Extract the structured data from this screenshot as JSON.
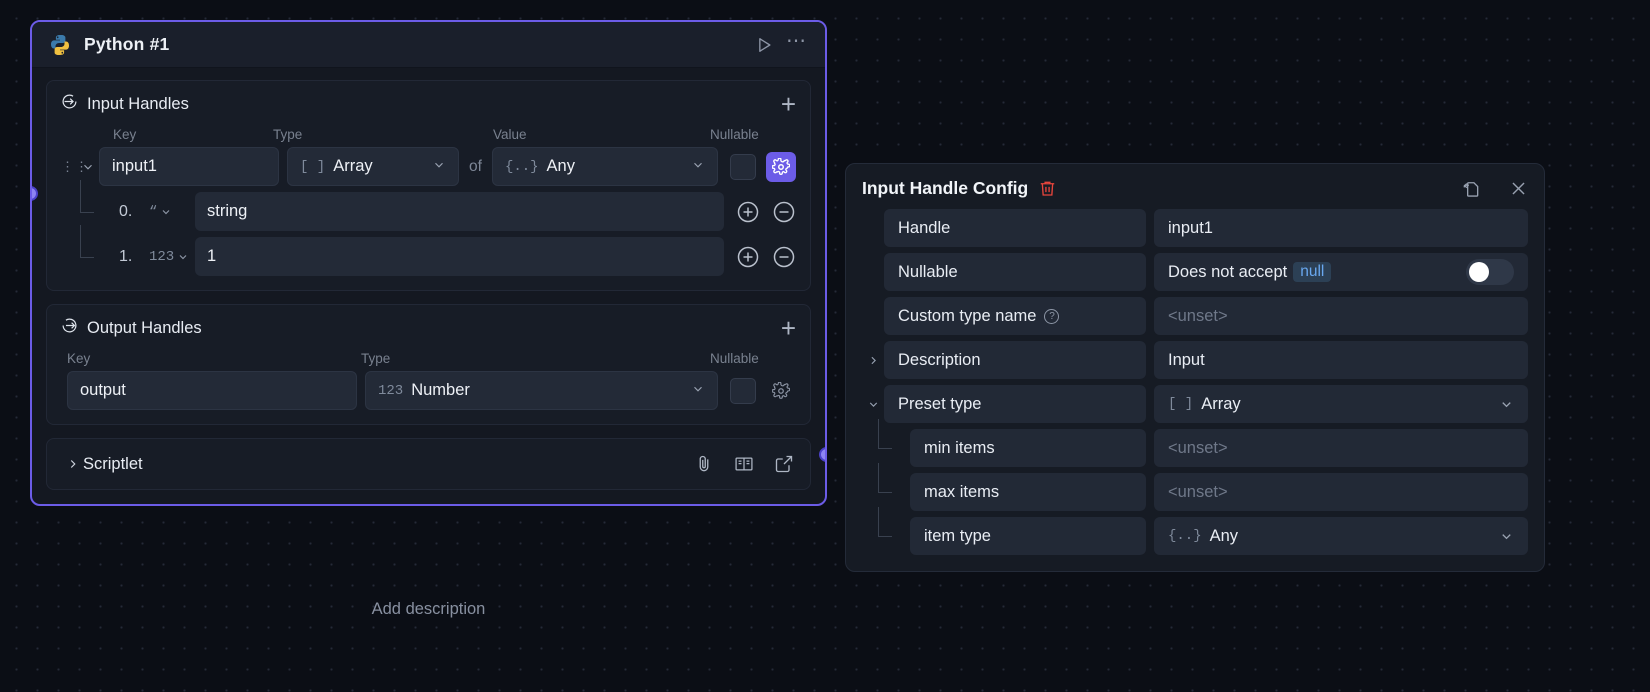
{
  "node": {
    "title": "Python #1",
    "logo": "python-logo",
    "run_icon": "play-icon",
    "more_icon": "more-dots-icon",
    "add_description": "Add description",
    "input_section": {
      "title": "Input Handles",
      "icon": "arrow-into-circle-icon",
      "add_label": "+",
      "columns": {
        "key": "Key",
        "type": "Type",
        "value": "Value",
        "nullable": "Nullable"
      },
      "handle": {
        "key": "input1",
        "type": "[ ] Array",
        "type_token": "[ ]",
        "type_name": "Array",
        "of_label": "of",
        "value_token": "{..}",
        "value_name": "Any",
        "nullable_checked": false,
        "gear_active": true
      },
      "items": [
        {
          "index": "0.",
          "type_token": "“",
          "value": "string"
        },
        {
          "index": "1.",
          "type_token": "123",
          "value": "1"
        }
      ]
    },
    "output_section": {
      "title": "Output Handles",
      "icon": "arrow-out-of-circle-icon",
      "add_label": "+",
      "columns": {
        "key": "Key",
        "type": "Type",
        "nullable": "Nullable"
      },
      "handle": {
        "key": "output",
        "type_token": "123",
        "type_name": "Number",
        "nullable_checked": false,
        "gear_active": false
      }
    },
    "scriptlet": {
      "label": "Scriptlet",
      "collapsed": true,
      "icons": [
        "paperclip-icon",
        "book-icon",
        "external-link-icon"
      ]
    }
  },
  "config": {
    "title": "Input Handle Config",
    "delete_icon": "trash-icon",
    "popout_icon": "open-in-new-icon",
    "close_icon": "close-icon",
    "rows": [
      {
        "label": "Handle",
        "value": "input1",
        "kind": "text"
      },
      {
        "label": "Nullable",
        "value": "Does not accept",
        "badge": "null",
        "kind": "toggle",
        "toggle_on": false
      },
      {
        "label": "Custom type name",
        "value": "<unset>",
        "kind": "text",
        "help": true,
        "muted": true
      },
      {
        "label": "Description",
        "value": "Input",
        "kind": "text",
        "expander": "collapsed"
      },
      {
        "label": "Preset type",
        "value": "[ ] Array",
        "token": "[ ]",
        "name": "Array",
        "kind": "select",
        "expander": "expanded"
      }
    ],
    "nested": [
      {
        "label": "min items",
        "value": "<unset>",
        "kind": "text",
        "muted": true
      },
      {
        "label": "max items",
        "value": "<unset>",
        "kind": "text",
        "muted": true
      },
      {
        "label": "item type",
        "token": "{..}",
        "name": "Any",
        "kind": "select"
      }
    ]
  },
  "colors": {
    "accent": "#6c5ce7",
    "danger": "#e8453c",
    "badge_text": "#69a8f0",
    "port": "#8d84f0"
  }
}
